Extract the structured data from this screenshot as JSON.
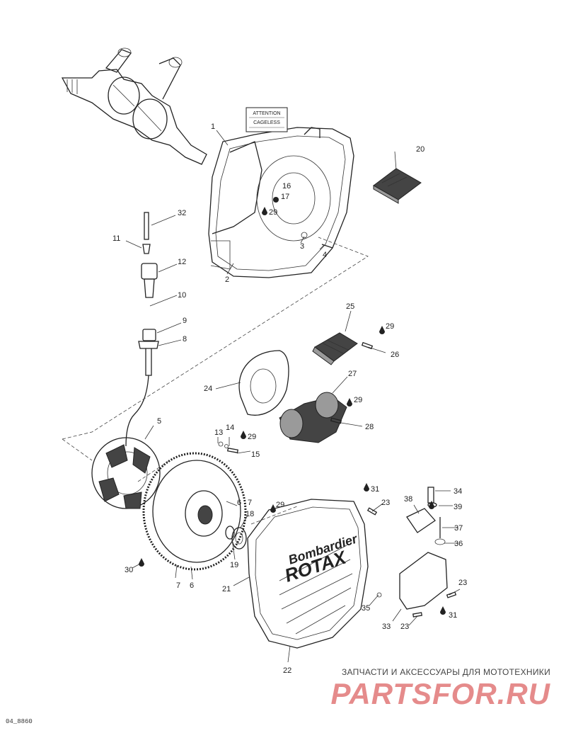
{
  "decal": {
    "line1": "ATTENTION",
    "line2": "CAGELESS"
  },
  "callouts": [
    "1",
    "2",
    "3",
    "4",
    "5",
    "6",
    "6",
    "7",
    "7",
    "8",
    "9",
    "10",
    "11",
    "12",
    "13",
    "14",
    "15",
    "16",
    "17",
    "18",
    "19",
    "20",
    "21",
    "22",
    "23",
    "23",
    "23",
    "24",
    "25",
    "26",
    "27",
    "28",
    "29",
    "29",
    "29",
    "29",
    "29",
    "30",
    "31",
    "31",
    "32",
    "33",
    "34",
    "35",
    "36",
    "37",
    "38",
    "39"
  ],
  "cover_logo": {
    "line1": "Bombardier",
    "line2": "ROTAX"
  },
  "watermark": {
    "caption": "ЗАПЧАСТИ И АКСЕССУАРЫ ДЛЯ МОТОТЕХНИКИ",
    "brand": "PARTSFOR.RU"
  },
  "drawing_code": "04_8860"
}
